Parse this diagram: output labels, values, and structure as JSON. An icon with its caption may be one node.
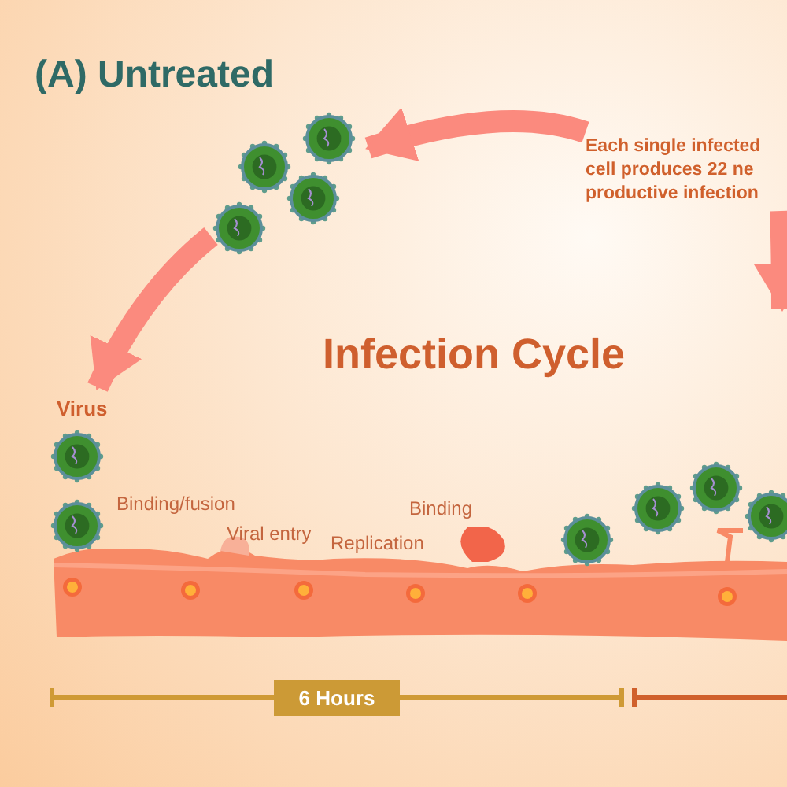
{
  "diagram": {
    "title": "(A) Untreated",
    "nodes": [
      {
        "text": [
          "Each single infected cell produces 22 ne productive infection"
        ]
      },
      {
        "text": [],
        "shape": "picture"
      },
      {
        "text": [
          "Virus"
        ]
      }
    ],
    "edges": [
      {
        "from": 0,
        "to": 1,
        "arrow": "to"
      },
      {
        "from": 1,
        "to": 2,
        "arrow": "to"
      },
      {
        "from": 0,
        "to": null,
        "arrow": "to"
      }
    ],
    "labels": [
      "Infection Cycle",
      "Binding/fusion",
      "Viral entry",
      "Replication",
      "Binding",
      "6 Hours"
    ]
  }
}
